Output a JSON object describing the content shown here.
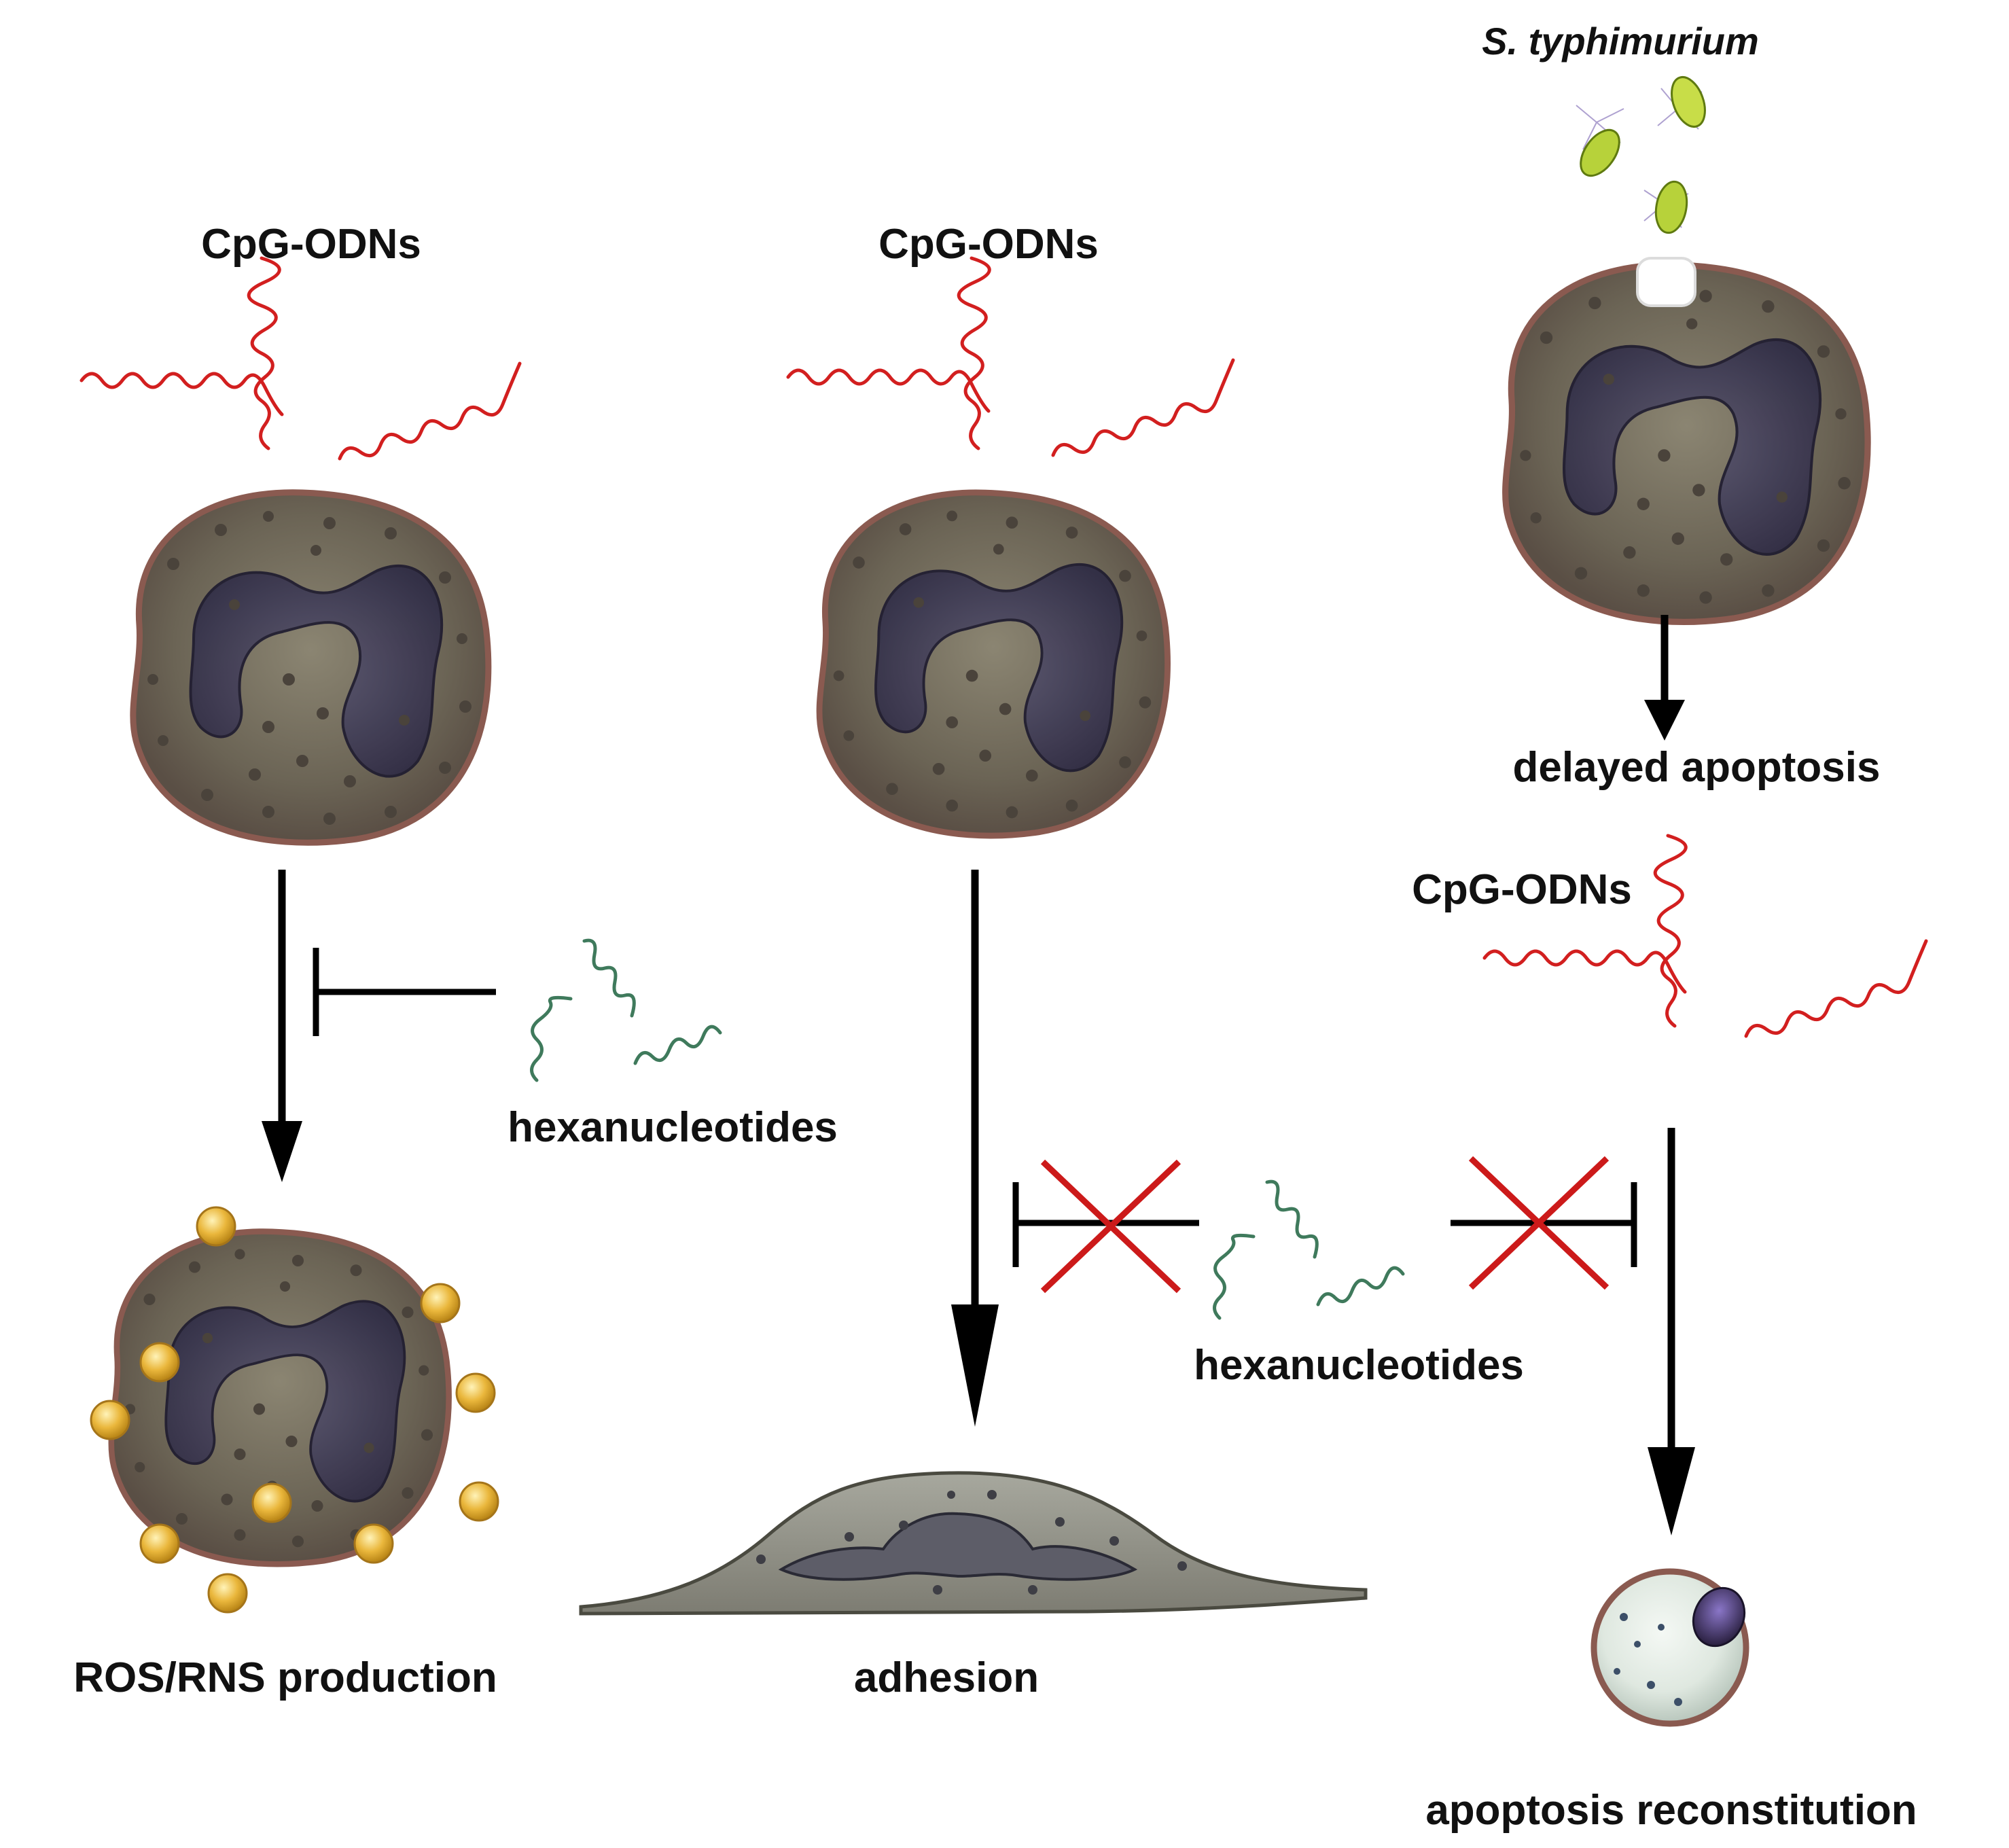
{
  "labels": {
    "cpg_1": "CpG-ODNs",
    "cpg_2": "CpG-ODNs",
    "cpg_3": "CpG-ODNs",
    "bacteria": "S. typhimurium",
    "delayed_apoptosis": "delayed apoptosis",
    "hexa_1": "hexanucleotides",
    "hexa_2": "hexanucleotides",
    "ros": "ROS/RNS production",
    "adhesion": "adhesion",
    "apoptosis_recon": "apoptosis reconstitution"
  },
  "colors": {
    "cpg_strand": "#d21f1f",
    "hexa_strand": "#3f7a5c",
    "cross": "#cc1a1a",
    "arrow": "#000000",
    "cell_cytoplasm": "#6e6658",
    "cell_membrane": "#8a5a50",
    "nucleus": "#3e3a55",
    "ros_granule": "#e9b43a",
    "bacteria": "#b7d23a"
  },
  "icons": {
    "neutrophil": "neutrophil-cell-icon",
    "activated_neutrophil": "ros-producing-neutrophil-icon",
    "adherent_cell": "adherent-cell-icon",
    "apoptotic_cell": "apoptotic-cell-icon",
    "bacteria": "bacteria-icon"
  }
}
